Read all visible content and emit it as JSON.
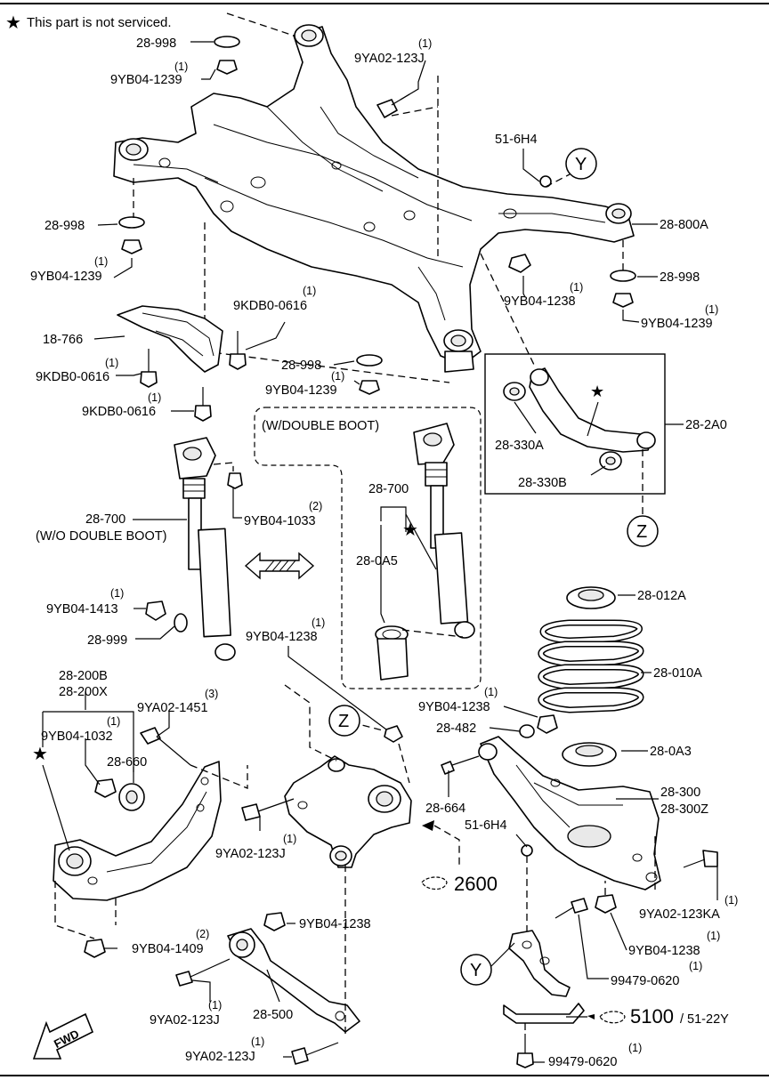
{
  "note": {
    "star": "★",
    "text": "This part is not serviced."
  },
  "labels": {
    "c28_998_a": "28-998",
    "c9yb04_1239_a": "9YB04-1239",
    "q1_a": "(1)",
    "c9ya02_123j_a": "9YA02-123J",
    "q1_b": "(1)",
    "c51_6h4_a": "51-6H4",
    "y_marker_a": "Y",
    "c28_998_b": "28-998",
    "c9yb04_1239_b": "9YB04-1239",
    "q1_c": "(1)",
    "c28_800a": "28-800A",
    "c28_998_c": "28-998",
    "c9yb04_1238_a": "9YB04-1238",
    "q1_d": "(1)",
    "c9yb04_1239_c": "9YB04-1239",
    "q1_e": "(1)",
    "c9kdb0_0616_a": "9KDB0-0616",
    "q1_f": "(1)",
    "c18_766": "18-766",
    "c9kdb0_0616_b": "9KDB0-0616",
    "q1_g": "(1)",
    "c28_998_d": "28-998",
    "c9yb04_1239_d": "9YB04-1239",
    "q1_h": "(1)",
    "c9kdb0_0616_c": "9KDB0-0616",
    "q1_i": "(1)",
    "c28_2a0": "28-2A0",
    "c28_330a": "28-330A",
    "c28_330b": "28-330B",
    "z_marker_a": "Z",
    "double_boot_title": "(W/DOUBLE BOOT)",
    "c28_700_a": "28-700",
    "wo_double_boot": "(W/O DOUBLE BOOT)",
    "c9yb04_1033": "9YB04-1033",
    "q2_a": "(2)",
    "c28_700_b": "28-700",
    "c28_0a5": "28-0A5",
    "c9yb04_1413": "9YB04-1413",
    "q1_j": "(1)",
    "c28_999": "28-999",
    "c9yb04_1238_b": "9YB04-1238",
    "q1_k": "(1)",
    "c28_012a": "28-012A",
    "c28_010a": "28-010A",
    "c28_200b": "28-200B",
    "c28_200x": "28-200X",
    "c9ya02_1451": "9YA02-1451",
    "q3_a": "(3)",
    "c9yb04_1032": "9YB04-1032",
    "q1_l": "(1)",
    "c28_660": "28-660",
    "z_marker_b": "Z",
    "c9yb04_1238_c": "9YB04-1238",
    "q1_m": "(1)",
    "c28_482": "28-482",
    "c28_0a3": "28-0A3",
    "c28_664": "28-664",
    "c28_300": "28-300",
    "c28_300z": "28-300Z",
    "c51_6h4_b": "51-6H4",
    "c9ya02_123j_b": "9YA02-123J",
    "q1_n": "(1)",
    "c2600": "2600",
    "c9ya02_123ka": "9YA02-123KA",
    "q1_o": "(1)",
    "c9yb04_1238_d": "9YB04-1238",
    "q1_p": "(1)",
    "c9yb04_1409": "9YB04-1409",
    "q2_b": "(2)",
    "c9yb04_1238_e": "9YB04-1238",
    "y_marker_b": "Y",
    "c99479_0620_a": "99479-0620",
    "q1_q": "(1)",
    "c9ya02_123j_c": "9YA02-123J",
    "q1_r": "(1)",
    "c28_500": "28-500",
    "c5100": "5100",
    "c51_22y": "/ 51-22Y",
    "c9ya02_123j_d": "9YA02-123J",
    "q1_s": "(1)",
    "c99479_0620_b": "99479-0620",
    "q1_t": "(1)",
    "fwd": "FWD"
  }
}
